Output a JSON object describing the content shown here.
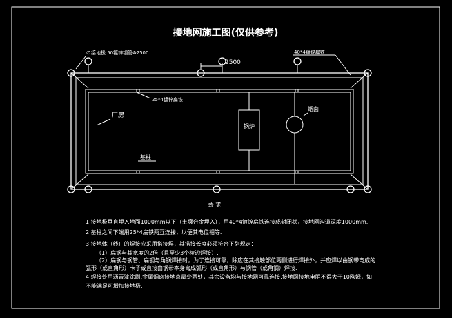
{
  "title": "接地网施工图(仅供参考)",
  "labels": {
    "electrode": "接地极 50镀锌钢管Φ2500",
    "electrode_prefix": "∅",
    "flat_steel_outer": "40*4镀锌扁铁",
    "dimension": "2500",
    "flat_steel_inner": "25*4镀锌扁铁",
    "plant": "厂房",
    "boiler": "锅炉",
    "chimney": "烟囱",
    "foundation": "基柱"
  },
  "notes_heading": "要 求",
  "notes": [
    "1.接地极垂直埋入地面1000mm以下（土壤合金埋入），用40*4镀锌扁铁连接成封闭状，接地网沟道深度1000mm.",
    "2.基柱之间下端用25*4扁铁两互连接，以便其电位相等.",
    "3.接地体（线）的焊接应采用搭接焊，其搭接长度必须符合下列规定：",
    "（1）扁钢与其宽度的2倍（且至少3个棱边焊接）.",
    "（2）扁钢与钢管、扁钢与角钢焊接时，为了连接可靠，除应在其接触部位两侧进行焊接外，并应焊以由钢带弯成的",
    "弧形（或直角形）卡子或直接由钢带本身弯成弧形（或直角形）与钢管（或角钢）焊接.",
    "4.焊接处用沥青漆涂刷.金属烟囱接地点最少两处，其余设备均与接地网可靠连接.接地网接地电阻不得大于10欧姆，如",
    "不能满足可增加接地极."
  ]
}
